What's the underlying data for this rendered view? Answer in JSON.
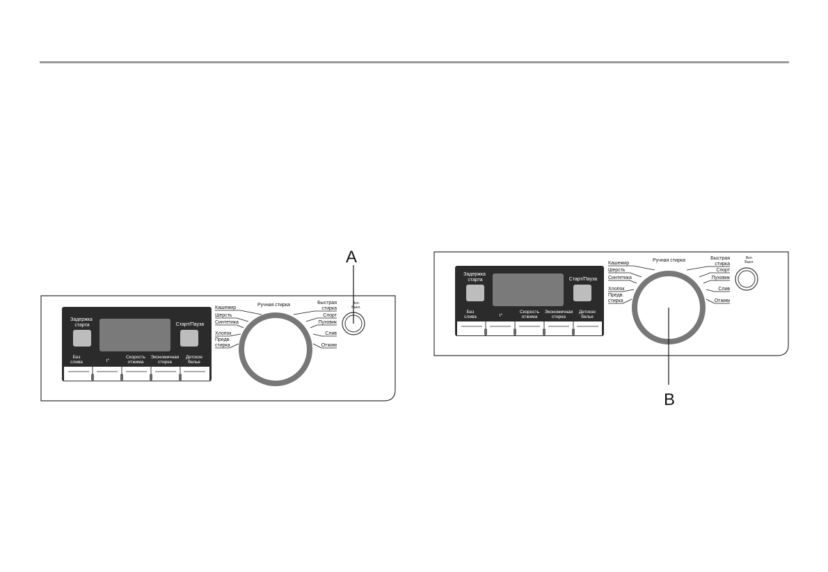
{
  "callouts": {
    "a": "A",
    "b": "B"
  },
  "panel": {
    "delay_start": [
      "Задержка",
      "старта"
    ],
    "start_pause": "Старт/Пауза",
    "buttons": [
      {
        "lines": [
          "Без",
          "слива"
        ]
      },
      {
        "lines": [
          "t°"
        ]
      },
      {
        "lines": [
          "Скорость",
          "отжима"
        ]
      },
      {
        "lines": [
          "Экономичная",
          "стирка"
        ]
      },
      {
        "lines": [
          "Детское",
          "белье"
        ]
      }
    ],
    "power": [
      "Вкл.",
      "Выкл."
    ],
    "programs": {
      "top": "Ручная стирка",
      "left": [
        "Кашемир",
        "Шерсть",
        "Синтетика",
        "Хлопок"
      ],
      "left_multi": [
        "Предв.",
        "стирка"
      ],
      "right_multi": [
        "Быстрая",
        "стирка"
      ],
      "right": [
        "Спорт",
        "Пуховик",
        "Слив",
        "Отжим"
      ]
    }
  },
  "colors": {
    "panel_dark": "#2b2b2b",
    "display": "#7a7a7a",
    "dial_ring": "#777777",
    "rule": "#9a9a9a"
  }
}
